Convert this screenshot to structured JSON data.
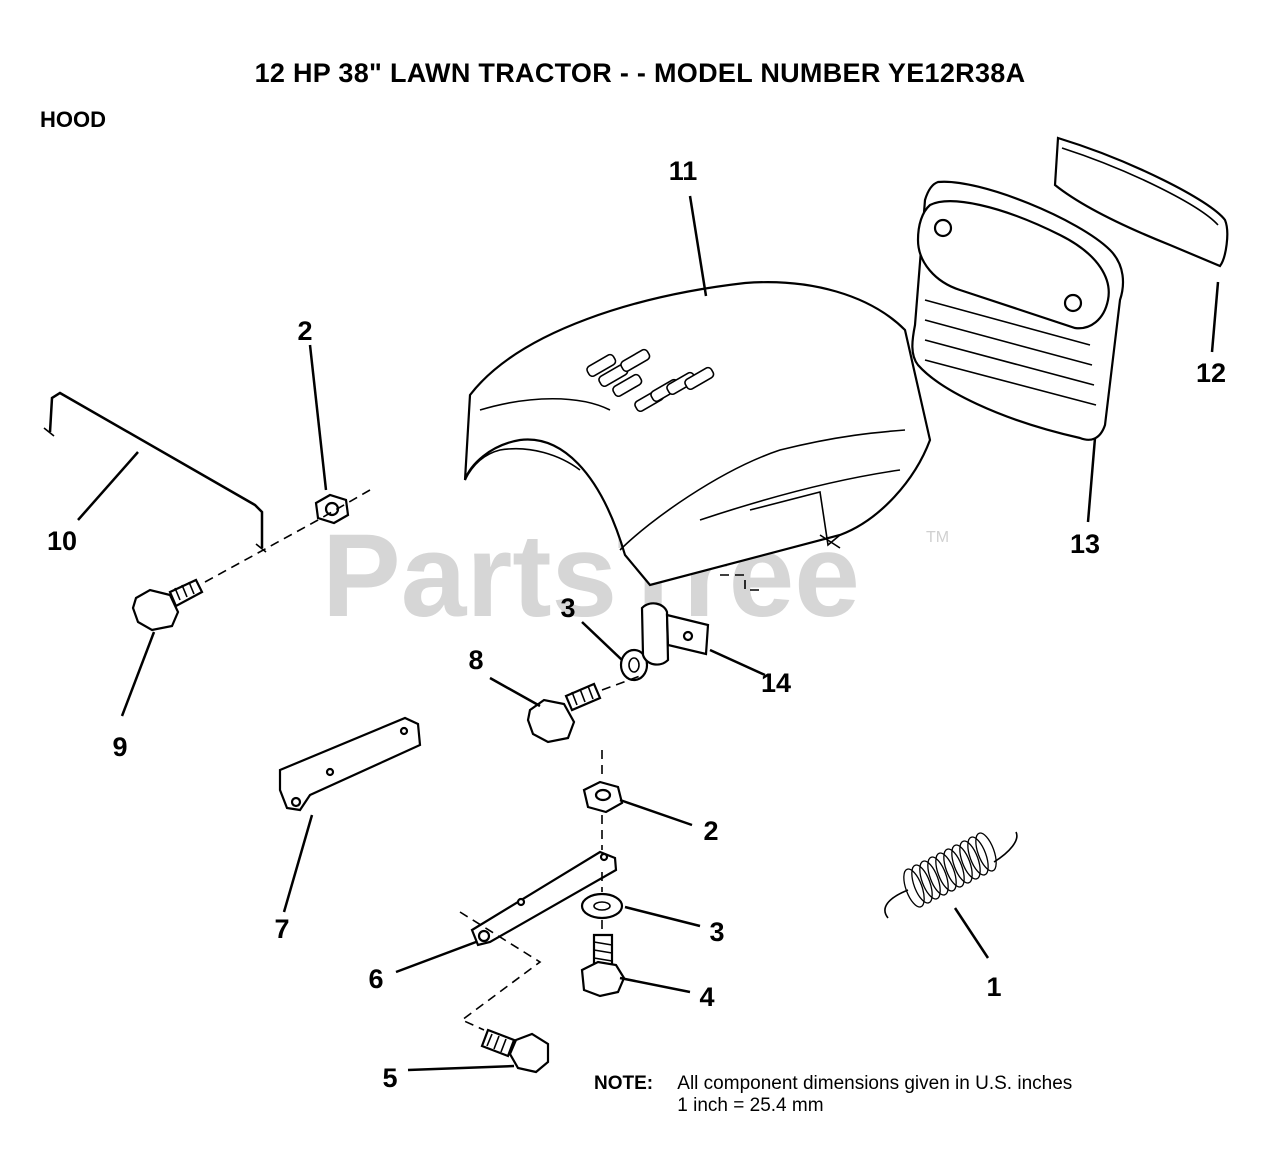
{
  "header": {
    "title": "12 HP 38\" LAWN TRACTOR - - MODEL NUMBER YE12R38A",
    "section": "HOOD"
  },
  "watermark": {
    "text": "PartsTree",
    "trademark": "TM"
  },
  "callouts": [
    {
      "id": "1",
      "label": "1"
    },
    {
      "id": "2a",
      "label": "2"
    },
    {
      "id": "2b",
      "label": "2"
    },
    {
      "id": "3a",
      "label": "3"
    },
    {
      "id": "3b",
      "label": "3"
    },
    {
      "id": "4",
      "label": "4"
    },
    {
      "id": "5",
      "label": "5"
    },
    {
      "id": "6",
      "label": "6"
    },
    {
      "id": "7",
      "label": "7"
    },
    {
      "id": "8",
      "label": "8"
    },
    {
      "id": "9",
      "label": "9"
    },
    {
      "id": "10",
      "label": "10"
    },
    {
      "id": "11",
      "label": "11"
    },
    {
      "id": "12",
      "label": "12"
    },
    {
      "id": "13",
      "label": "13"
    },
    {
      "id": "14",
      "label": "14"
    }
  ],
  "note": {
    "label": "NOTE:",
    "lines": [
      "All component dimensions given in U.S. inches",
      "1 inch = 25.4 mm"
    ]
  }
}
